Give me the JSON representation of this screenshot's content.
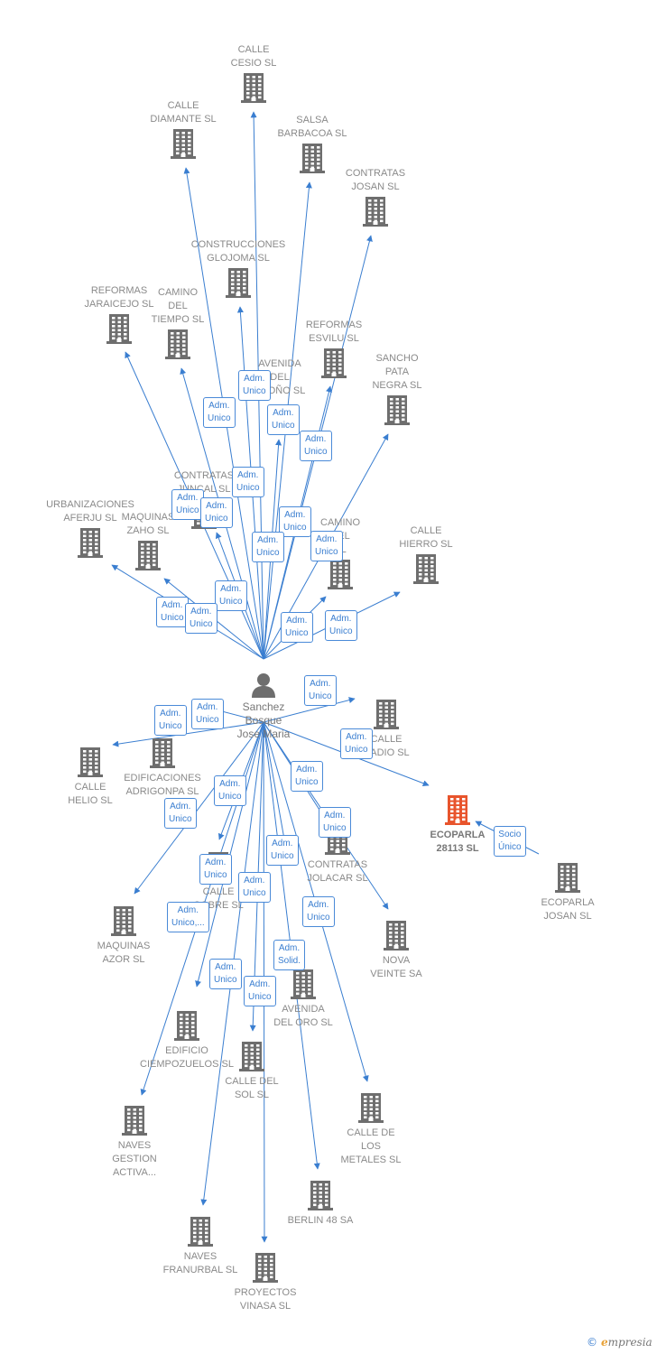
{
  "center": {
    "name": "Sanchez\nBosque\nJose Maria"
  },
  "colors": {
    "edge": "#3a7ed0",
    "building": "#6e6e6e",
    "focus": "#e8542c"
  },
  "companies": [
    {
      "id": "calle_cesio",
      "label": "CALLE\nCESIO SL"
    },
    {
      "id": "calle_diamante",
      "label": "CALLE\nDIAMANTE SL"
    },
    {
      "id": "salsa_barbacoa",
      "label": "SALSA\nBARBACOA SL"
    },
    {
      "id": "contratas_josan",
      "label": "CONTRATAS\nJOSAN  SL"
    },
    {
      "id": "construcciones_glojoma",
      "label": "CONSTRUCCIONES\nGLOJOMA SL"
    },
    {
      "id": "reformas_jaraicejo",
      "label": "REFORMAS\nJARAICEJO SL"
    },
    {
      "id": "camino_del_tiempo",
      "label": "CAMINO\nDEL\nTIEMPO SL"
    },
    {
      "id": "reformas_esvilu",
      "label": "REFORMAS\nESVILU SL"
    },
    {
      "id": "avenida_del_otono",
      "label": "AVENIDA\nDEL\nOTOÑO SL"
    },
    {
      "id": "sancho_pata_negra",
      "label": "SANCHO\nPATA\nNEGRA  SL"
    },
    {
      "id": "contratas_juncal",
      "label": "CONTRATAS\nJUNCAL SL"
    },
    {
      "id": "urbanizaciones_aferju",
      "label": "URBANIZACIONES\nAFERJU SL"
    },
    {
      "id": "maquinas_zaho",
      "label": "MAQUINAS\nZAHO  SL"
    },
    {
      "id": "camino_otro",
      "label": "CAMINO\nDEL\nSL"
    },
    {
      "id": "calle_hierro",
      "label": "CALLE\nHIERRO SL"
    },
    {
      "id": "calle_helio",
      "label": "CALLE\nHELIO SL"
    },
    {
      "id": "edificaciones_adrigonpa",
      "label": "EDIFICACIONES\nADRIGONPA SL"
    },
    {
      "id": "calle_radio",
      "label": "CALLE\nRADIO SL"
    },
    {
      "id": "ecoparla_28113",
      "label": "ECOPARLA\n28113  SL"
    },
    {
      "id": "ecoparla_josan",
      "label": "ECOPARLA\nJOSAN  SL"
    },
    {
      "id": "contratas_jolacar",
      "label": "CONTRATAS\nJOLACAR SL"
    },
    {
      "id": "calle_cobre",
      "label": "CALLE\nCOBRE SL"
    },
    {
      "id": "maquinas_azor",
      "label": "MAQUINAS\nAZOR  SL"
    },
    {
      "id": "nova_veinte",
      "label": "NOVA\nVEINTE SA"
    },
    {
      "id": "avenida_del_oro",
      "label": "AVENIDA\nDEL ORO SL"
    },
    {
      "id": "edificio_ciempozuelos",
      "label": "EDIFICIO\nCIEMPOZUELOS SL"
    },
    {
      "id": "calle_del_sol",
      "label": "CALLE DEL\nSOL SL"
    },
    {
      "id": "calle_de_los_metales",
      "label": "CALLE DE\nLOS\nMETALES SL"
    },
    {
      "id": "naves_gestion",
      "label": "NAVES\nGESTION\nACTIVA..."
    },
    {
      "id": "berlin_48",
      "label": "BERLIN 48 SA"
    },
    {
      "id": "naves_franurbal",
      "label": "NAVES\nFRANURBAL SL"
    },
    {
      "id": "proyectos_vinasa",
      "label": "PROYECTOS\nVINASA SL"
    }
  ],
  "relations": [
    {
      "to": "calle_cesio",
      "role": "Adm.\nUnico"
    },
    {
      "to": "calle_diamante",
      "role": "Adm.\nUnico"
    },
    {
      "to": "salsa_barbacoa",
      "role": "Adm.\nUnico"
    },
    {
      "to": "contratas_josan",
      "role": "Adm.\nUnico"
    },
    {
      "to": "construcciones_glojoma",
      "role": "Adm.\nUnico"
    },
    {
      "to": "reformas_jaraicejo",
      "role": "Adm.\nUnico"
    },
    {
      "to": "camino_del_tiempo",
      "role": "Adm.\nUnico"
    },
    {
      "to": "reformas_esvilu",
      "role": "Adm.\nUnico"
    },
    {
      "to": "avenida_del_otono",
      "role": "Adm.\nUnico"
    },
    {
      "to": "sancho_pata_negra",
      "role": "Adm.\nUnico"
    },
    {
      "to": "contratas_juncal",
      "role": "Adm.\nUnico"
    },
    {
      "to": "urbanizaciones_aferju",
      "role": "Adm.\nUnico"
    },
    {
      "to": "maquinas_zaho",
      "role": "Adm.\nUnico"
    },
    {
      "to": "camino_otro",
      "role": "Adm.\nUnico"
    },
    {
      "to": "calle_hierro",
      "role": "Adm.\nUnico"
    },
    {
      "to": "calle_helio",
      "role": "Adm.\nUnico"
    },
    {
      "to": "edificaciones_adrigonpa",
      "role": "Adm.\nUnico"
    },
    {
      "to": "calle_radio",
      "role": "Adm.\nUnico"
    },
    {
      "to": "ecoparla_28113",
      "role": "Adm.\nUnico"
    },
    {
      "to": "contratas_jolacar",
      "role": "Adm.\nUnico"
    },
    {
      "to": "calle_cobre",
      "role": "Adm.\nUnico"
    },
    {
      "to": "maquinas_azor",
      "role": "Adm.\nUnico"
    },
    {
      "to": "nova_veinte",
      "role": "Adm.\nUnico"
    },
    {
      "to": "avenida_del_oro",
      "role": "Adm.\nUnico"
    },
    {
      "to": "edificio_ciempozuelos",
      "role": "Adm.\nUnico,..."
    },
    {
      "to": "calle_del_sol",
      "role": "Adm.\nUnico"
    },
    {
      "to": "calle_de_los_metales",
      "role": "Adm.\nUnico"
    },
    {
      "to": "naves_gestion",
      "role": "Adm.\nUnico"
    },
    {
      "to": "berlin_48",
      "role": "Adm.\nSolid."
    },
    {
      "to": "naves_franurbal",
      "role": "Adm.\nUnico"
    },
    {
      "to": "proyectos_vinasa",
      "role": "Adm.\nUnico"
    }
  ],
  "extra_relation": {
    "from": "ecoparla_josan",
    "to": "ecoparla_28113",
    "role": "Socio\nÚnico"
  },
  "focus_company": "ecoparla_28113",
  "brand": {
    "copyright": "©",
    "e": "e",
    "name": "mpresia"
  }
}
